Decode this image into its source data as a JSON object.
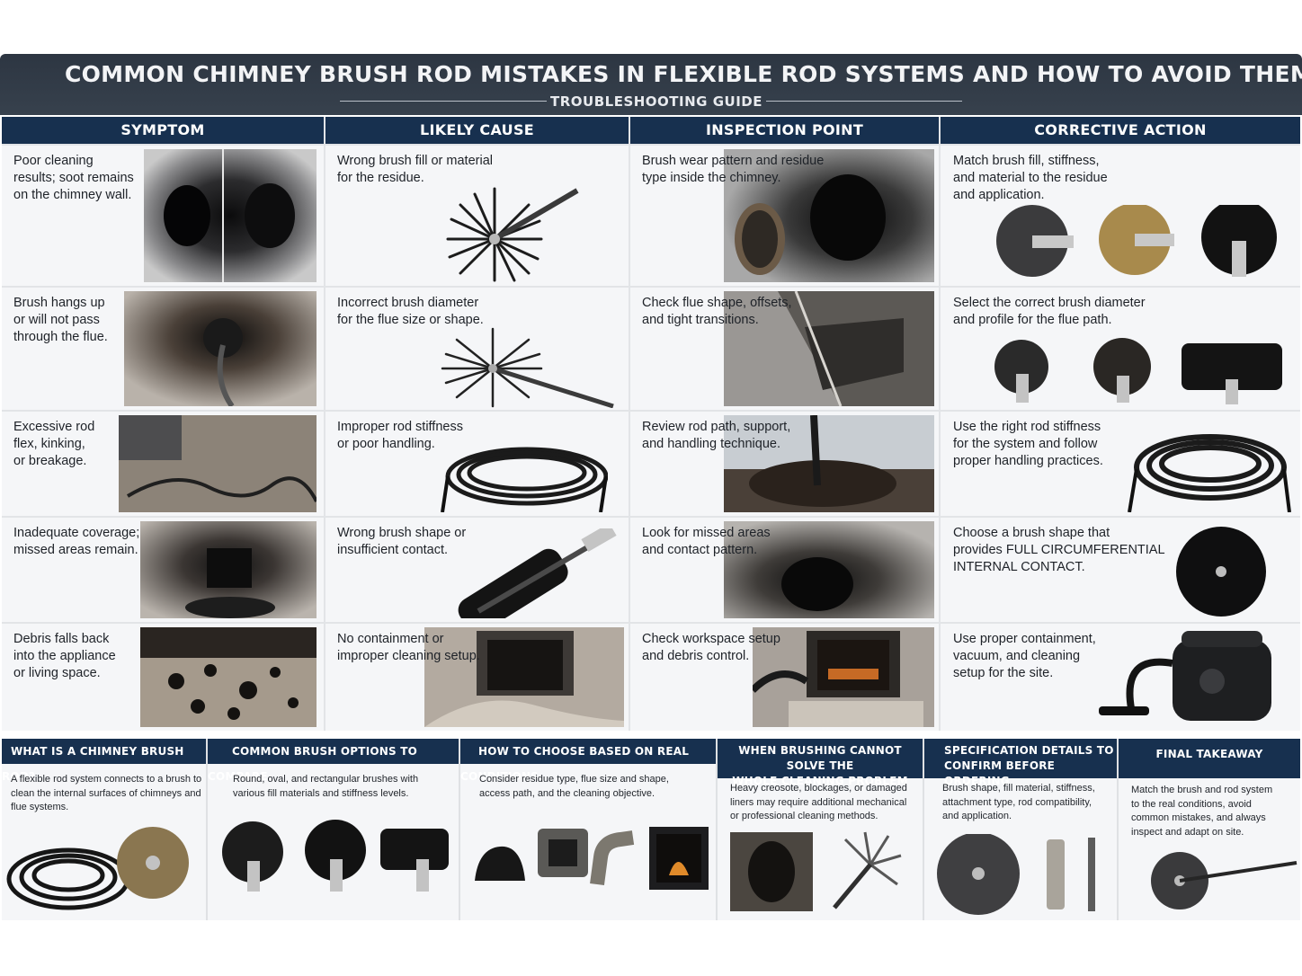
{
  "header": {
    "title": "COMMON CHIMNEY BRUSH ROD MISTAKES IN FLEXIBLE ROD SYSTEMS AND HOW TO AVOID THEM",
    "subtitle": "TROUBLESHOOTING GUIDE"
  },
  "columns": [
    "SYMPTOM",
    "LIKELY CAUSE",
    "INSPECTION POINT",
    "CORRECTIVE ACTION"
  ],
  "rows": [
    {
      "symptom": "Poor cleaning\nresults; soot remains\non the chimney wall.",
      "cause": "Wrong brush fill or material\nfor the residue.",
      "inspection": "Brush wear pattern and residue\ntype inside the chimney.",
      "action": "Match brush fill, stiffness,\nand material to the residue\nand application."
    },
    {
      "symptom": "Brush hangs up\nor will not pass\nthrough the flue.",
      "cause": "Incorrect brush diameter\nfor the flue size or shape.",
      "inspection": "Check flue shape, offsets,\nand tight transitions.",
      "action": "Select the correct brush diameter\nand profile for the flue path."
    },
    {
      "symptom": "Excessive rod\nflex, kinking,\nor breakage.",
      "cause": "Improper rod stiffness\nor poor handling.",
      "inspection": "Review rod path, support,\nand handling technique.",
      "action": "Use the right rod stiffness\nfor the system and follow\nproper handling practices."
    },
    {
      "symptom": "Inadequate coverage;\nmissed areas remain.",
      "cause": "Wrong brush shape or\ninsufficient contact.",
      "inspection": "Look for missed areas\nand contact pattern.",
      "action": "Choose a brush shape that\nprovides FULL CIRCUMFERENTIAL\nINTERNAL CONTACT."
    },
    {
      "symptom": "Debris falls back\ninto the appliance\nor living space.",
      "cause": "No containment or\nimproper cleaning setup.",
      "inspection": "Check workspace setup\nand debris control.",
      "action": "Use proper containment,\nvacuum, and cleaning\nsetup for the site."
    }
  ],
  "panels": [
    {
      "heading": "WHAT IS A CHIMNEY BRUSH ROD?",
      "text": "A flexible rod system connects to a brush to\nclean the internal surfaces of chimneys and\nflue systems."
    },
    {
      "heading": "COMMON BRUSH OPTIONS TO COMPARE",
      "text": "Round, oval, and rectangular brushes with\nvarious fill materials and stiffness levels."
    },
    {
      "heading": "HOW TO CHOOSE BASED ON REAL CONDITIONS",
      "text": "Consider residue type, flue size and shape,\naccess path, and the cleaning objective."
    },
    {
      "heading": "WHEN BRUSHING CANNOT SOLVE THE\nWHOLE CLEANING PROBLEM",
      "text": "Heavy creosote, blockages, or damaged\nliners may require additional mechanical\nor professional cleaning methods."
    },
    {
      "heading": "SPECIFICATION DETAILS TO\nCONFIRM BEFORE ORDERING",
      "text": "Brush shape, fill material, stiffness,\nattachment type, rod compatibility,\nand application."
    },
    {
      "heading": "FINAL TAKEAWAY",
      "text": "Match the brush and rod system\nto the real conditions, avoid\ncommon mistakes, and always\ninspect and adapt on site."
    }
  ]
}
